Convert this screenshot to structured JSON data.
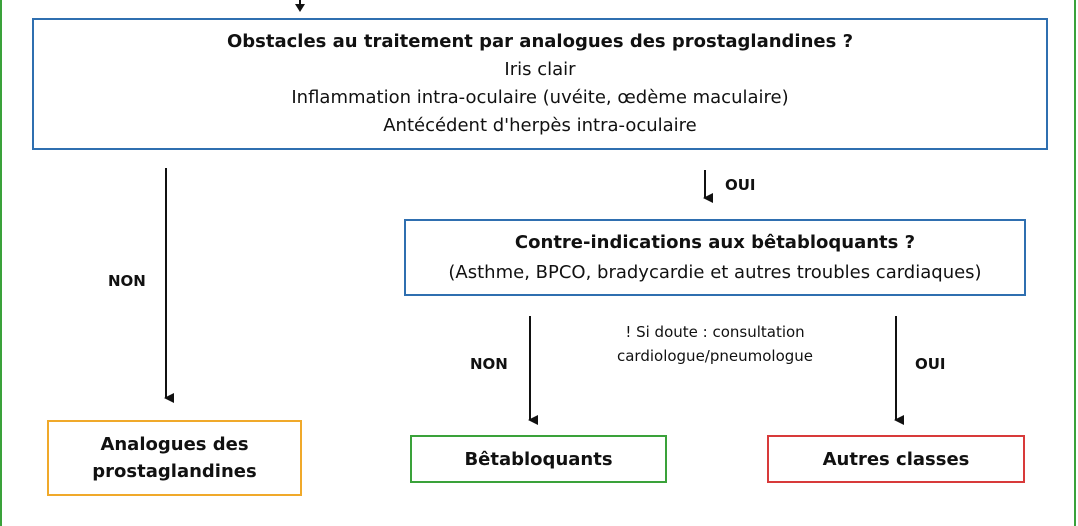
{
  "question1": {
    "title": "Obstacles au traitement par analogues des prostaglandines ?",
    "lines": [
      "Iris clair",
      "Inflammation intra-oculaire (uvéite, œdème maculaire)",
      "Antécédent d'herpès intra-oculaire"
    ]
  },
  "question2": {
    "title": "Contre-indications aux bêtabloquants ?",
    "subtitle": "(Asthme, BPCO, bradycardie et autres troubles cardiaques)"
  },
  "labels": {
    "non_left": "NON",
    "oui_top": "OUI",
    "non_middle": "NON",
    "oui_right": "OUI"
  },
  "note": {
    "line1": "! Si doute : consultation",
    "line2": "cardiologue/pneumologue"
  },
  "outcomes": {
    "prostaglandines": [
      "Analogues des",
      "prostaglandines"
    ],
    "betabloquants": "Bêtabloquants",
    "autres": "Autres classes"
  },
  "colors": {
    "question_border": "#2f6fb0",
    "prostaglandines_border": "#f0a92a",
    "betabloquants_border": "#3aa23a",
    "autres_border": "#d83a3a",
    "frame": "#3aa23a"
  }
}
